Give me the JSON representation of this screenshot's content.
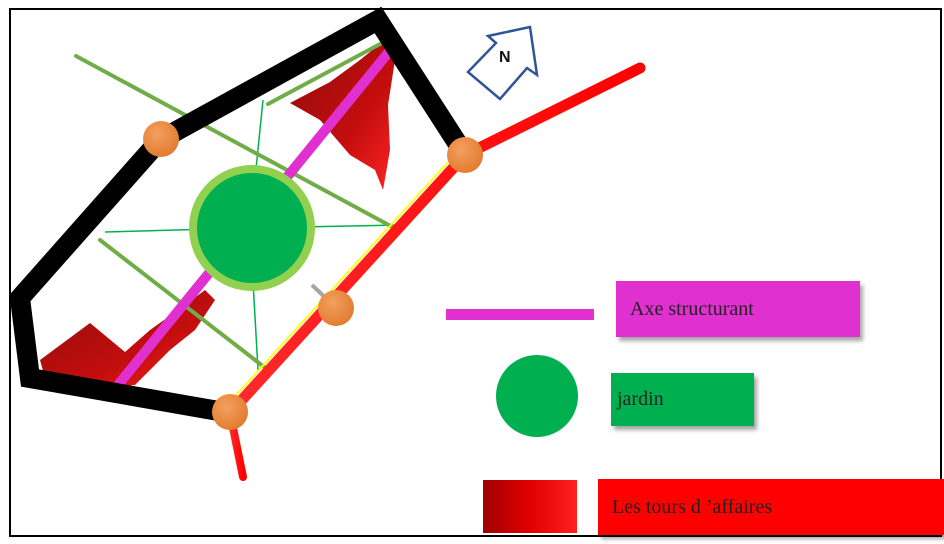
{
  "north_label": "N",
  "legend": {
    "axe": {
      "label": "Axe structurant",
      "color": "#e030d0"
    },
    "jardin": {
      "label": "jardin",
      "color": "#00b050"
    },
    "tours": {
      "label": "Les tours d ’affaires",
      "color": "#ff0000"
    }
  },
  "colors": {
    "boundary": "#000000",
    "road": "#ff0000",
    "node": "#ed7d31",
    "garden": "#00b050",
    "garden_ring": "#92d050",
    "green_axes": "#70ad47",
    "business_towers": "#c00000",
    "compass": "#2f5597"
  }
}
